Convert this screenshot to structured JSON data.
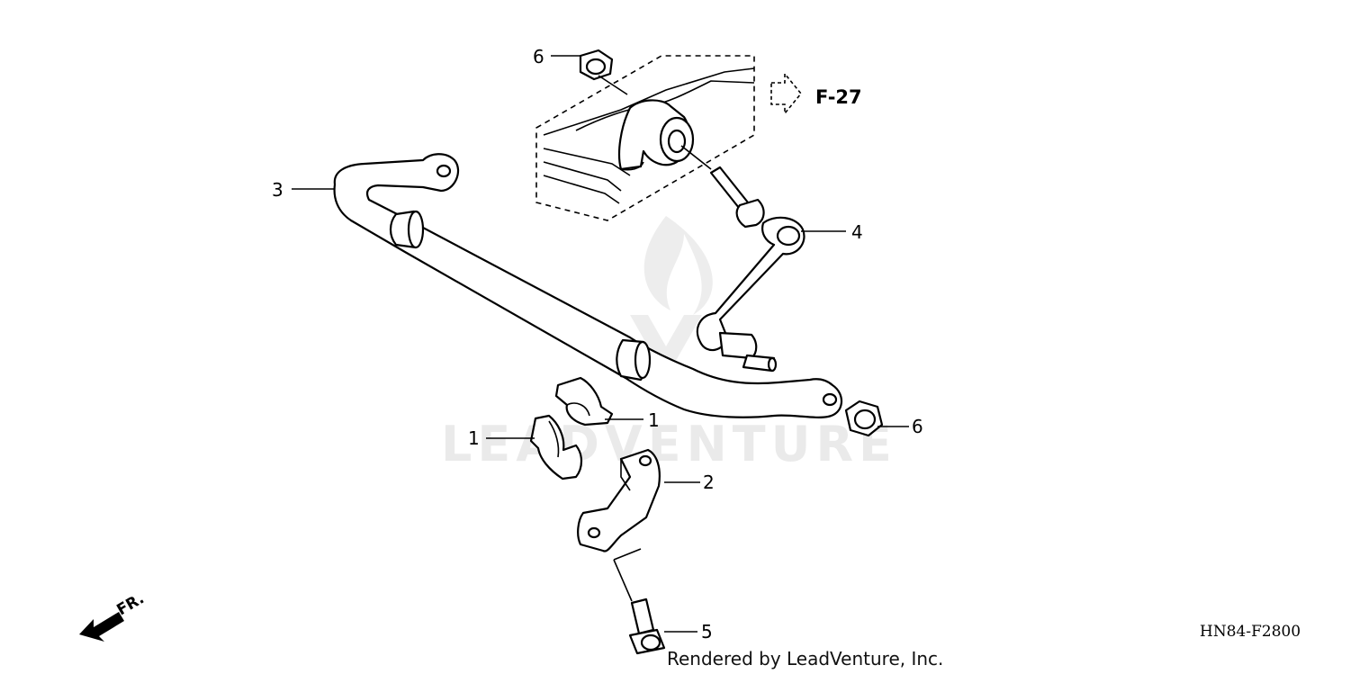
{
  "diagram": {
    "reference_label": "F-27",
    "direction_label": "FR.",
    "drawing_code": "HN84-F2800",
    "footer": "Rendered by LeadVenture, Inc.",
    "watermark": "LEADVENTURE",
    "callouts": {
      "c6_top": "6",
      "c3": "3",
      "c4": "4",
      "c1_right": "1",
      "c1_left": "1",
      "c6_right": "6",
      "c2": "2",
      "c5": "5"
    }
  }
}
